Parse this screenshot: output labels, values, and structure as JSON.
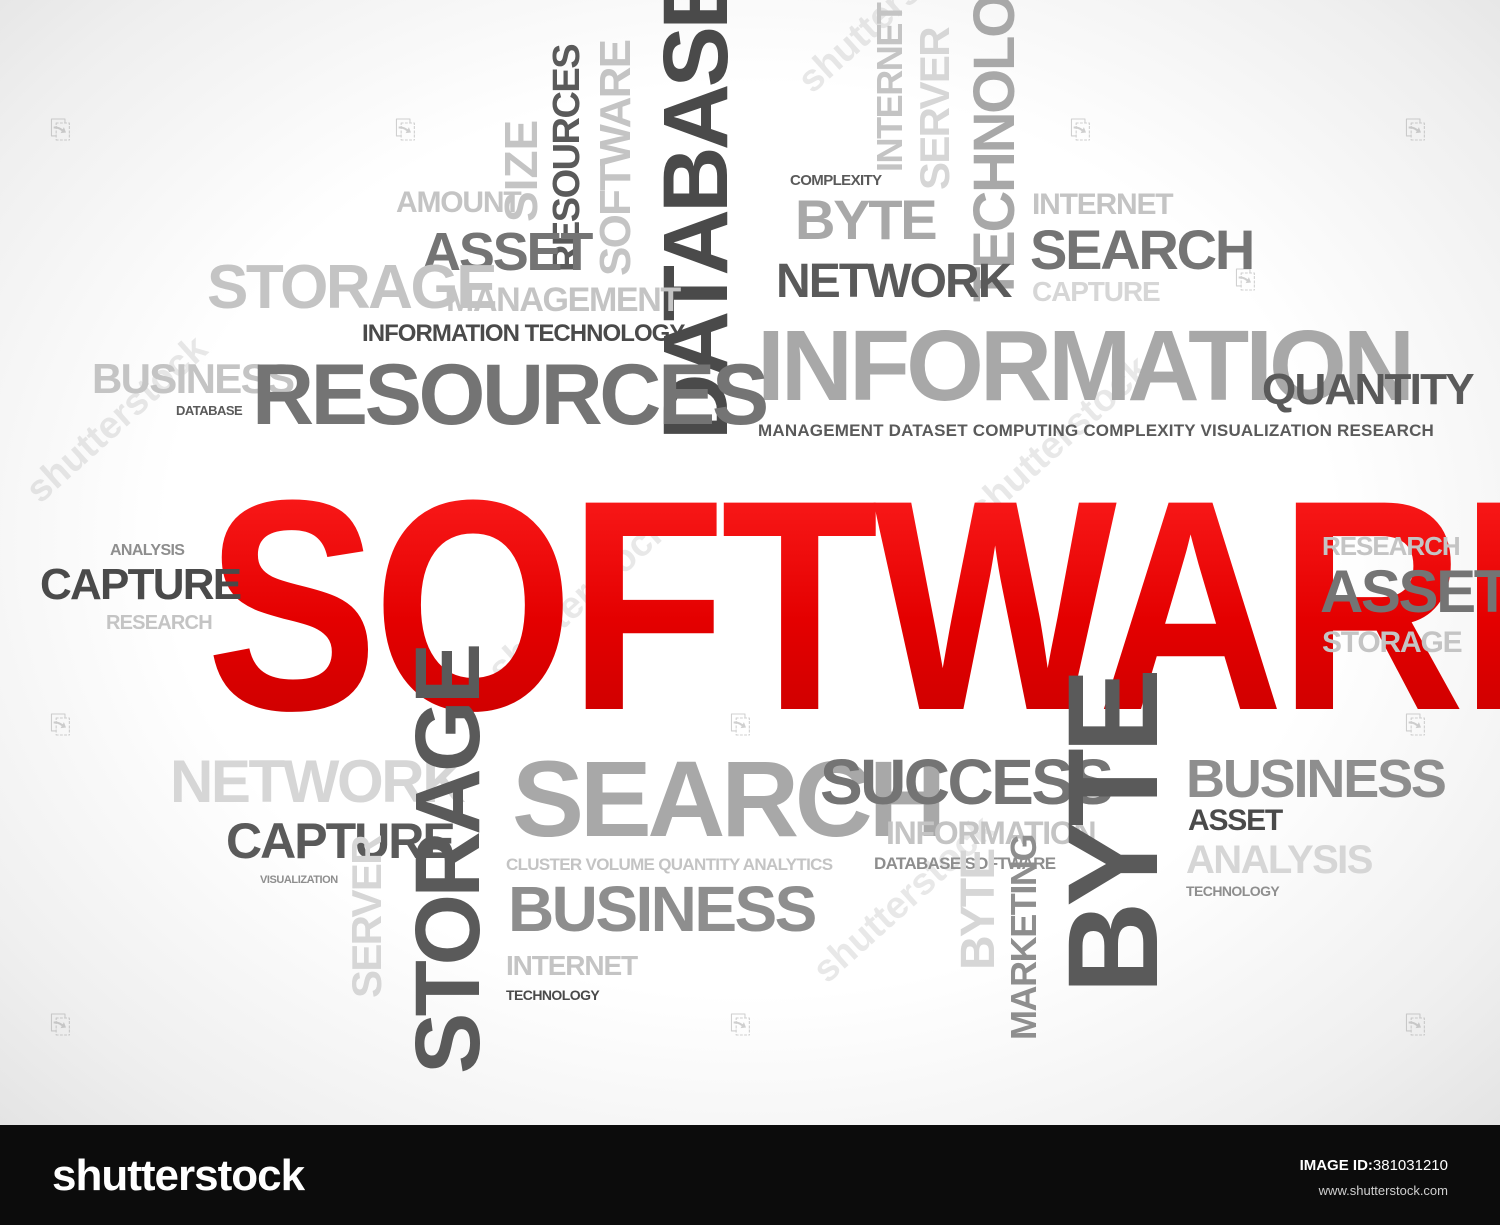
{
  "cloud": {
    "main_word": "SOFTWARE",
    "main_color": "#e00000",
    "words": [
      "AMOUNT",
      "SIZE",
      "RESOURCES",
      "SOFTWARE",
      "DATABASE",
      "COMPLEXITY",
      "INTERNET",
      "SERVER",
      "TECHNOLOGY",
      "INTERNET",
      "ASSET",
      "BYTE",
      "SEARCH",
      "STORAGE",
      "NETWORK",
      "CAPTURE",
      "MANAGEMENT",
      "INFORMATION TECHNOLOGY",
      "INFORMATION",
      "BUSINESS",
      "DATABASE",
      "RESOURCES",
      "QUANTITY",
      "MANAGEMENT DATASET COMPUTING COMPLEXITY VISUALIZATION RESEARCH",
      "ANALYSIS",
      "CAPTURE",
      "RESEARCH",
      "RESEARCH",
      "ASSET",
      "STORAGE",
      "NETWORK",
      "CAPTURE",
      "VISUALIZATION",
      "SERVER",
      "STORAGE",
      "SEARCH",
      "CLUSTER VOLUME QUANTITY ANALYTICS",
      "BUSINESS",
      "INTERNET",
      "TECHNOLOGY",
      "SUCCESS",
      "INFORMATION",
      "DATABASE SOFTWARE",
      "BYTE",
      "MARKETING",
      "BYTE",
      "BUSINESS",
      "ASSET",
      "ANALYSIS",
      "TECHNOLOGY"
    ]
  },
  "watermark": {
    "text": "shutterstock",
    "icon": "shutterstock-logo-icon"
  },
  "footer": {
    "brand": "shutterstock",
    "id_label": "IMAGE ID:",
    "id_value": "381031210",
    "site": "www.shutterstock.com"
  }
}
